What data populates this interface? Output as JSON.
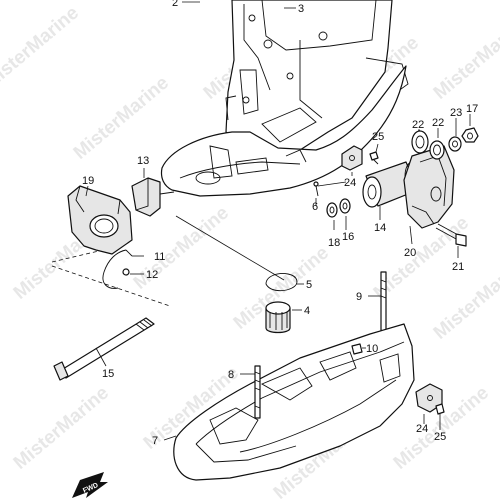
{
  "watermark": "MisterMarine",
  "fwd_label": "FWD",
  "callouts": {
    "c2": "2",
    "c3": "3",
    "c4": "4",
    "c5": "5",
    "c6": "6",
    "c7": "7",
    "c8": "8",
    "c9": "9",
    "c10": "10",
    "c11": "11",
    "c12": "12",
    "c13": "13",
    "c14": "14",
    "c15": "15",
    "c16": "16",
    "c17": "17",
    "c18": "18",
    "c19": "19",
    "c20": "20",
    "c21": "21",
    "c22": "22",
    "c23": "23",
    "c24a": "24",
    "c25a": "25",
    "c24b": "24",
    "c25b": "25"
  }
}
